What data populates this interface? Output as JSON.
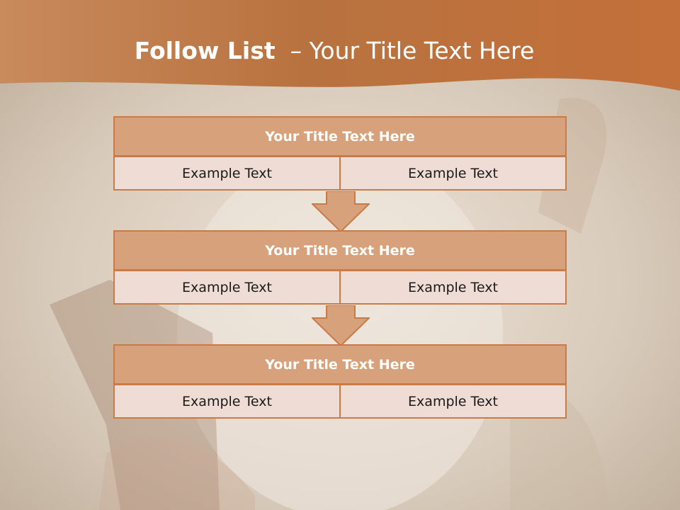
{
  "colors": {
    "accent": "#c87a47",
    "block_title_fill": "#d7a27b",
    "cell_fill": "#efdcd4",
    "header": "#b86a36"
  },
  "slide": {
    "title_bold": "Follow List",
    "title_rest": "– Your Title Text Here"
  },
  "blocks": [
    {
      "title": "Your Title Text Here",
      "left": "Example Text",
      "right": "Example Text"
    },
    {
      "title": "Your Title Text Here",
      "left": "Example Text",
      "right": "Example Text"
    },
    {
      "title": "Your Title Text Here",
      "left": "Example Text",
      "right": "Example Text"
    }
  ]
}
